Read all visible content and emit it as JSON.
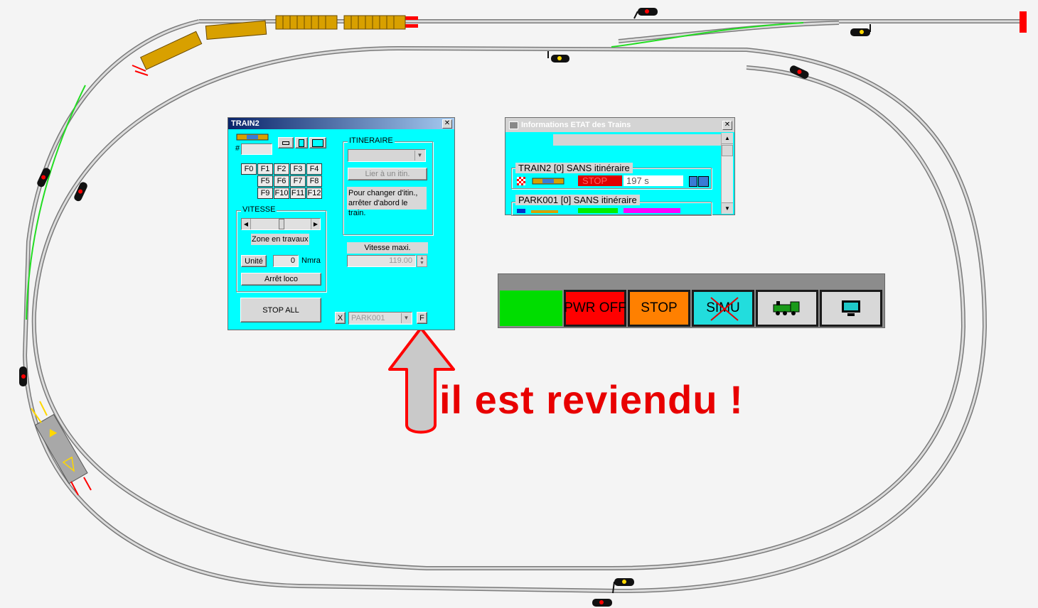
{
  "colors": {
    "track": "#8a8a8a",
    "cyan": "#00ffff",
    "green": "#00cc00",
    "red": "#ff0000",
    "orange": "#ff8000",
    "wagon": "#d8a000",
    "annotation": "#e80000"
  },
  "train_window": {
    "title": "TRAIN2",
    "address_prefix": "#",
    "function_keys": [
      "F0",
      "F1",
      "F2",
      "F3",
      "F4",
      "F5",
      "F6",
      "F7",
      "F8",
      "F9",
      "F10",
      "F11",
      "F12"
    ],
    "itinerary": {
      "group_label": "ITINERAIRE",
      "link_button": "Lier à un itin.",
      "info_text": "Pour changer d'itin., arrêter d'abord le train."
    },
    "speed": {
      "group_label": "VITESSE",
      "zone_text": "Zone en travaux",
      "unit_button": "Unité",
      "value": "0",
      "unit": "Nmra",
      "stop_loco_button": "Arrêt loco"
    },
    "max_speed": {
      "label": "Vitesse maxi.",
      "value": "119.00"
    },
    "stop_all_button": "STOP ALL",
    "x_button": "X",
    "park_select": "PARK001",
    "f_button": "F"
  },
  "info_window": {
    "title": "Informations ETAT des Trains",
    "trains": [
      {
        "name": "TRAIN2 [0] SANS itinéraire",
        "status": "STOP",
        "time": "197 s"
      },
      {
        "name": "PARK001 [0] SANS itinéraire"
      }
    ]
  },
  "control_bar": {
    "pwr_off": "PWR OFF",
    "stop": "STOP",
    "simu": "SIMU"
  },
  "annotation": "il est reviendu !",
  "icons": [
    "locomotive-icon",
    "monitor-icon",
    "up-arrow-icon",
    "signal-icon",
    "close-icon"
  ]
}
